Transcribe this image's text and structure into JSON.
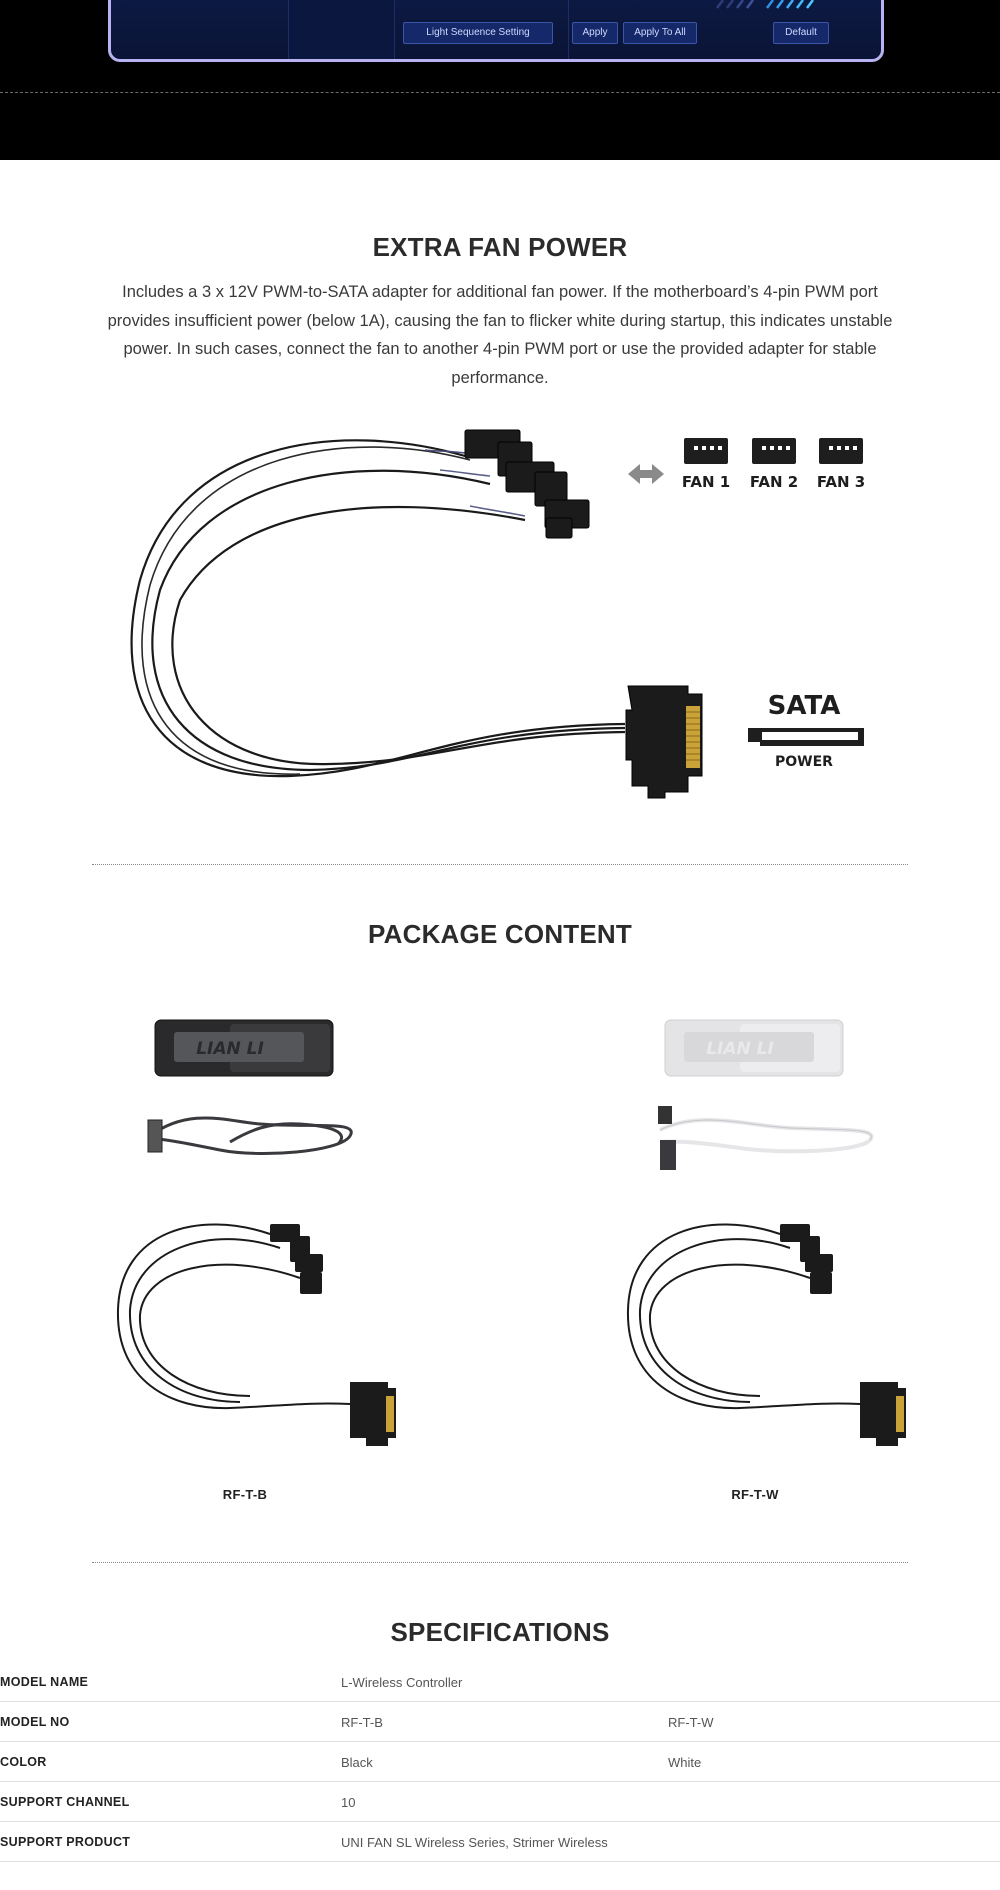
{
  "app_panel": {
    "buttons": [
      "Light Sequence Setting",
      "Apply",
      "Apply To All",
      "Default"
    ]
  },
  "fan_power": {
    "title": "EXTRA FAN POWER",
    "description": "Includes a 3 x 12V PWM-to-SATA adapter for additional fan power. If the motherboard’s 4-pin PWM port provides insufficient power (below 1A), causing the fan to flicker white during startup, this indicates unstable power. In such cases, connect the fan to another 4-pin PWM port or use the provided adapter for stable performance.",
    "fan_labels": [
      "FAN 1",
      "FAN 2",
      "FAN 3"
    ],
    "sata_label": "SATA",
    "power_label": "POWER"
  },
  "package": {
    "title": "PACKAGE CONTENT",
    "brand_logo_text": "LIAN LI",
    "items": [
      {
        "label": "RF-T-B",
        "color": "#2a2a2c",
        "cable_color": "#3a3a3e"
      },
      {
        "label": "RF-T-W",
        "color": "#e4e4e6",
        "cable_color": "#f2f2f2"
      }
    ]
  },
  "specs": {
    "title": "SPECIFICATIONS",
    "rows": [
      {
        "key": "MODEL NAME",
        "v1": "L-Wireless Controller",
        "v2": ""
      },
      {
        "key": "MODEL NO",
        "v1": "RF-T-B",
        "v2": "RF-T-W"
      },
      {
        "key": "COLOR",
        "v1": "Black",
        "v2": "White"
      },
      {
        "key": "SUPPORT CHANNEL",
        "v1": "10",
        "v2": ""
      },
      {
        "key": "SUPPORT PRODUCT",
        "v1": "UNI FAN SL Wireless Series, Strimer Wireless",
        "v2": ""
      }
    ]
  }
}
